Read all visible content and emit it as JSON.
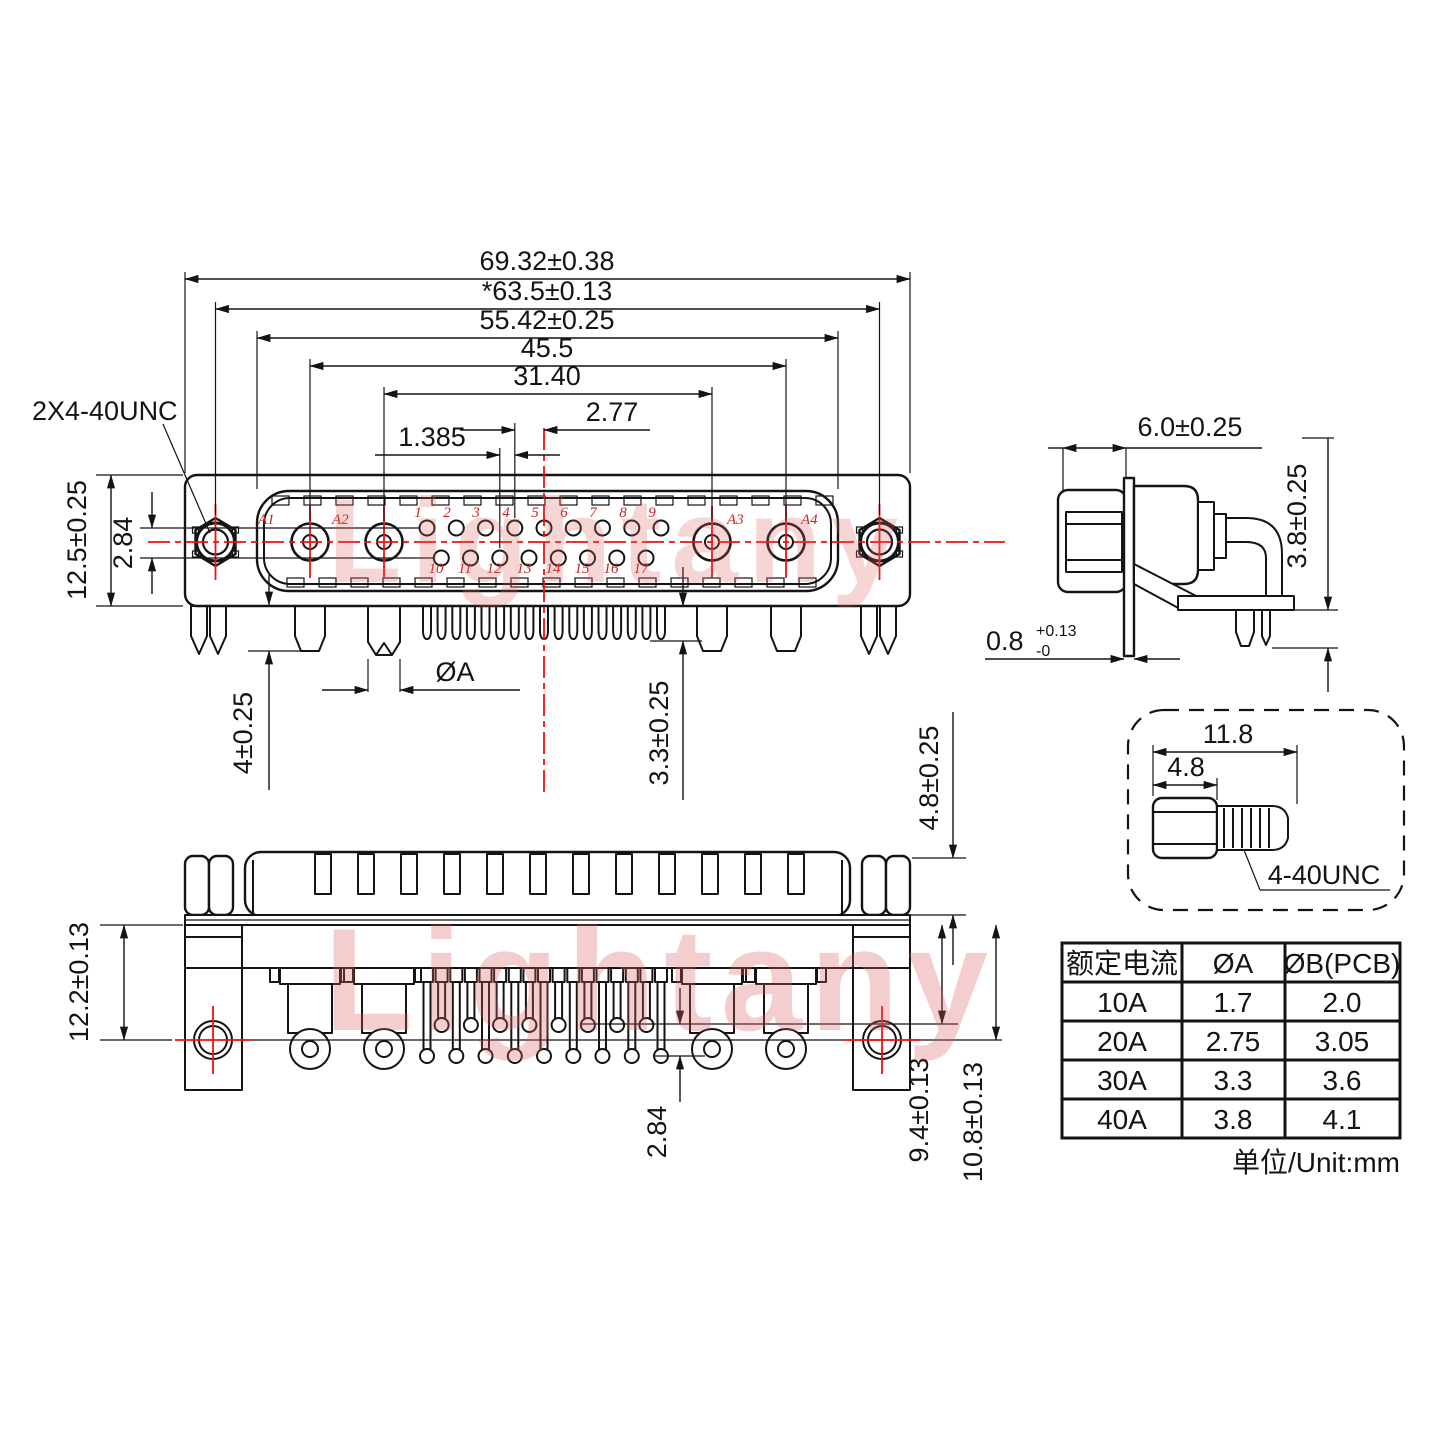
{
  "meta": {
    "watermark": "Lightany",
    "unit_note": "单位/Unit:mm",
    "colors": {
      "line": "#141414",
      "accent_red": "#ee1111",
      "watermark_pink": "#dd5f5f"
    }
  },
  "front_view": {
    "thread_label": "2X4-40UNC",
    "dim_width_outer": "69.32±0.38",
    "dim_screw_spacing": "*63.5±0.13",
    "dim_body_width": "55.42±0.25",
    "dim_power_span": "45.5",
    "dim_power_inner_span": "31.40",
    "dim_pin_pitch": "2.77",
    "dim_pin_half_pitch": "1.385",
    "dim_flange_height": "12.5±0.25",
    "dim_row_spacing": "2.84",
    "dim_peg_length": "4±0.25",
    "dim_pin_diameter": "ØA",
    "dim_tail_length": "3.3±0.25",
    "power_pins": [
      "A1",
      "A2",
      "A3",
      "A4"
    ],
    "pins_top": [
      "1",
      "2",
      "3",
      "4",
      "5",
      "6",
      "7",
      "8",
      "9"
    ],
    "pins_bottom": [
      "10",
      "11",
      "12",
      "13",
      "14",
      "15",
      "16",
      "17"
    ]
  },
  "side_view": {
    "dim_depth": "6.0±0.25",
    "dim_height": "3.8±0.25",
    "dim_flange_value": "0.8",
    "dim_flange_tol_plus": "+0.13",
    "dim_flange_tol_minus": "-0"
  },
  "bottom_view": {
    "dim_bracket_height": "12.2±0.13",
    "dim_row_spacing": "2.84",
    "dim_pin_short": "9.4±0.13",
    "dim_pin_long": "10.8±0.13",
    "dim_standoff_height": "4.8±0.25"
  },
  "screw_detail": {
    "dim_total_length": "11.8",
    "dim_hex_length": "4.8",
    "thread_label": "4-40UNC"
  },
  "spec_table": {
    "headers": [
      "额定电流",
      "ØA",
      "ØB(PCB)"
    ],
    "rows": [
      [
        "10A",
        "1.7",
        "2.0"
      ],
      [
        "20A",
        "2.75",
        "3.05"
      ],
      [
        "30A",
        "3.3",
        "3.6"
      ],
      [
        "40A",
        "3.8",
        "4.1"
      ]
    ]
  }
}
